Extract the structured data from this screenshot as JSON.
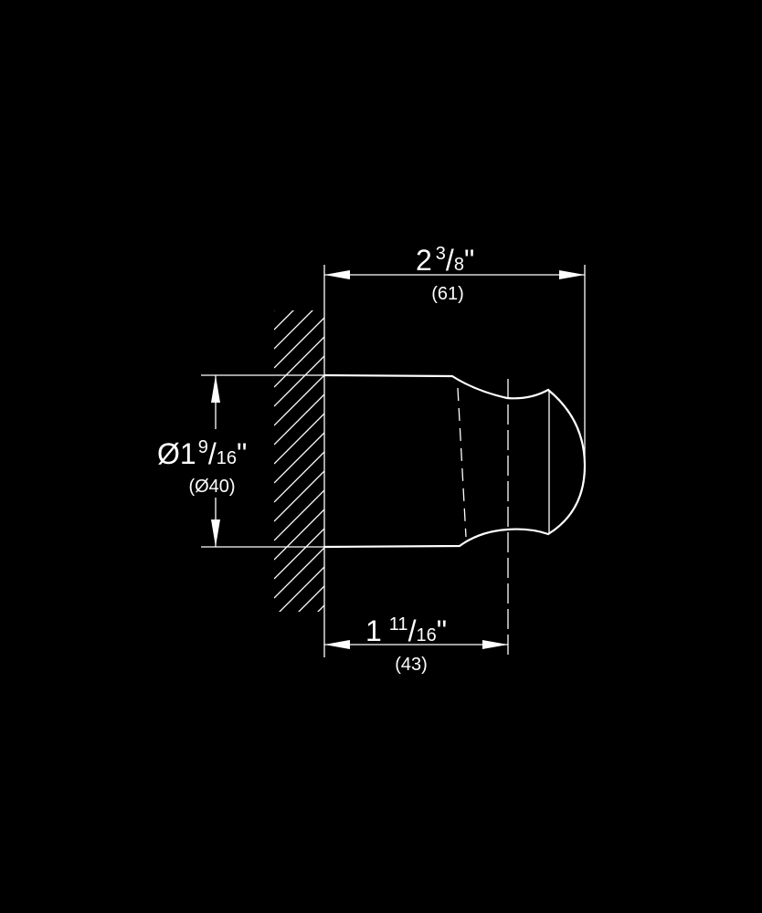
{
  "drawing": {
    "title": "Wall-mounted shower holder dimension drawing",
    "colors": {
      "background": "#000000",
      "line": "#ffffff"
    },
    "dimensions": {
      "overall_depth": {
        "whole": "2",
        "num": "3",
        "sep": "/",
        "den": "8",
        "unit": "\"",
        "metric": "(61)"
      },
      "diameter": {
        "prefix": "Ø1",
        "num": "9",
        "sep": "/",
        "den": "16",
        "unit": "\"",
        "metric": "(Ø40)"
      },
      "body_depth": {
        "whole": "1",
        "num": "11",
        "sep": "/",
        "den": "16",
        "unit": "\"",
        "metric": "(43)"
      }
    }
  }
}
